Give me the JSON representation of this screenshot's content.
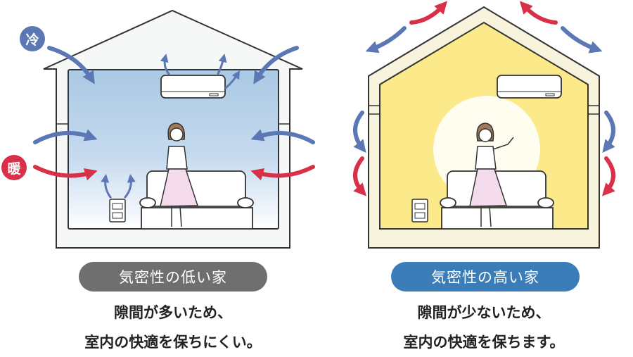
{
  "left_house": {
    "label": "気密性の低い家",
    "caption_line1": "隙間が多いため、",
    "caption_line2": "室内の快適を保ちにくい。",
    "cold_badge": "冷",
    "warm_badge": "暖"
  },
  "right_house": {
    "label": "気密性の高い家",
    "caption_line1": "隙間が少ないため、",
    "caption_line2": "室内の快適を保ちます。"
  },
  "colors": {
    "cold": "#5b78b4",
    "warm": "#d9304a",
    "low_label": "#6f6f6f",
    "high_label": "#3a7db8",
    "warm_room": "#fbe98a"
  }
}
